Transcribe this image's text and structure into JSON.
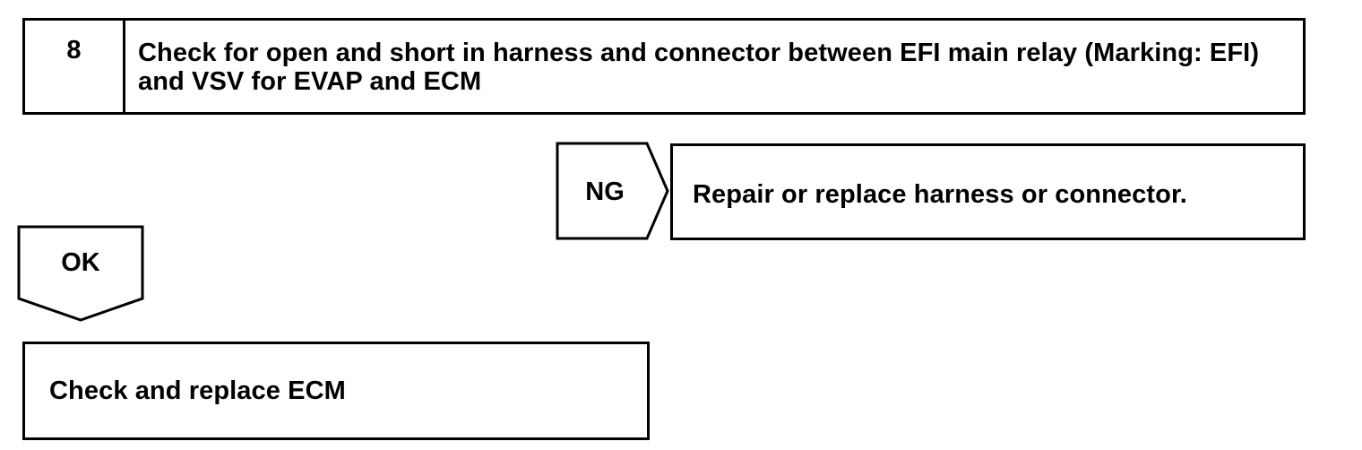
{
  "step": {
    "number": "8",
    "title": "Check for open and short in harness and connector between EFI main relay (Marking: EFI) and VSV for EVAP and ECM"
  },
  "branches": {
    "ng": {
      "label": "NG",
      "action": "Repair or replace harness or connector."
    },
    "ok": {
      "label": "OK",
      "action": "Check and replace ECM"
    }
  },
  "colors": {
    "stroke": "#000000",
    "fill": "#ffffff"
  }
}
